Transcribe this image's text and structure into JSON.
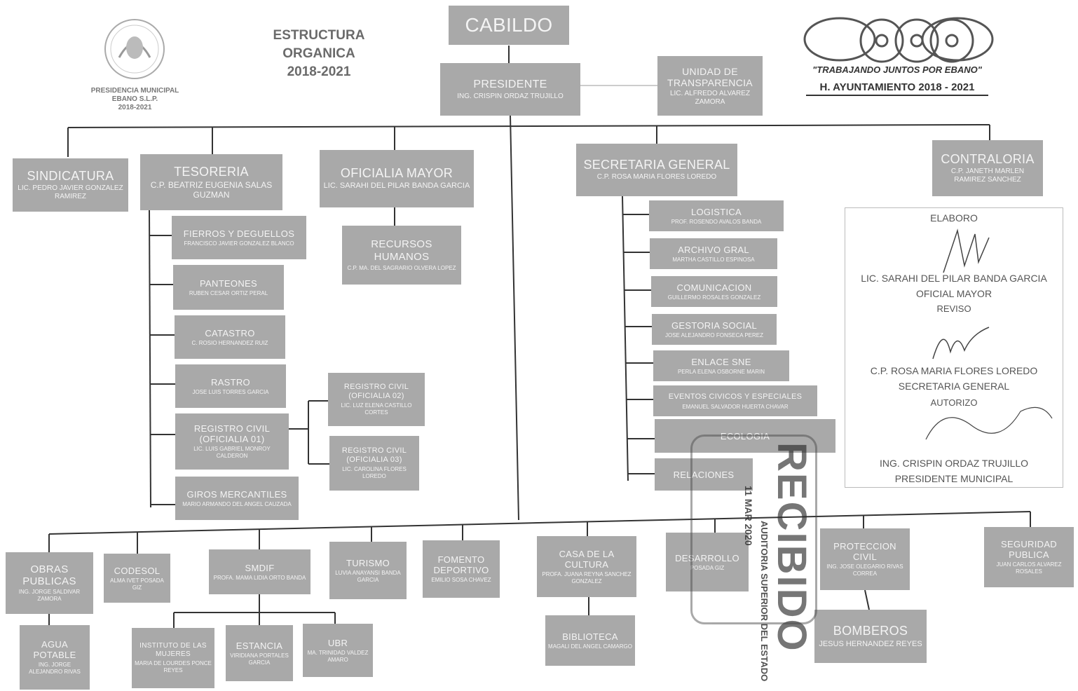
{
  "header": {
    "title_lines": [
      "ESTRUCTURA",
      "ORGANICA",
      "2018-2021"
    ],
    "seal_caption": [
      "PRESIDENCIA MUNICIPAL",
      "EBANO S.L.P.",
      "2018-2021"
    ],
    "slogan": "\"TRABAJANDO JUNTOS POR EBANO\"",
    "ayuntamiento": "H. AYUNTAMIENTO 2018 - 2021"
  },
  "nodes": {
    "cabildo": {
      "title": "CABILDO",
      "sub": ""
    },
    "presidente": {
      "title": "PRESIDENTE",
      "sub": "ING. CRISPIN ORDAZ TRUJILLO"
    },
    "transparencia": {
      "title": "UNIDAD DE TRANSPARENCIA",
      "sub": "LIC. ALFREDO ALVAREZ ZAMORA"
    },
    "sindicatura": {
      "title": "SINDICATURA",
      "sub": "LIC. PEDRO JAVIER GONZALEZ RAMIREZ"
    },
    "tesoreria": {
      "title": "TESORERIA",
      "sub": "C.P. BEATRIZ EUGENIA SALAS GUZMAN"
    },
    "oficialia": {
      "title": "OFICIALIA MAYOR",
      "sub": "LIC. SARAHI DEL PILAR BANDA GARCIA"
    },
    "secretaria": {
      "title": "SECRETARIA GENERAL",
      "sub": "C.P. ROSA MARIA FLORES LOREDO"
    },
    "contraloria": {
      "title": "CONTRALORIA",
      "sub": "C.P. JANETH MARLEN RAMIREZ SANCHEZ"
    },
    "fierros": {
      "title": "FIERROS Y DEGUELLOS",
      "sub": "FRANCISCO JAVIER GONZALEZ BLANCO"
    },
    "panteones": {
      "title": "PANTEONES",
      "sub": "RUBEN CESAR ORTIZ PERAL"
    },
    "catastro": {
      "title": "CATASTRO",
      "sub": "C. ROSIO HERNANDEZ RUIZ"
    },
    "rastro": {
      "title": "RASTRO",
      "sub": "JOSE LUIS TORRES GARCIA"
    },
    "registro": {
      "title": "REGISTRO CIVIL (OFICIALIA 01)",
      "sub": "LIC. LUIS GABRIEL MONROY CALDERON"
    },
    "giros": {
      "title": "GIROS MERCANTILES",
      "sub": "MARIO ARMANDO DEL ANGEL CAUZADA"
    },
    "registro02": {
      "title": "REGISTRO CIVIL (OFICIALIA 02)",
      "sub": "LIC. LUZ ELENA CASTILLO CORTES"
    },
    "registro03": {
      "title": "REGISTRO CIVIL (OFICIALIA 03)",
      "sub": "LIC. CAROLINA FLORES LOREDO"
    },
    "rh": {
      "title": "RECURSOS HUMANOS",
      "sub": "C.P. MA. DEL SAGRARIO OLVERA LOPEZ"
    },
    "logistica": {
      "title": "LOGISTICA",
      "sub": "PROF. ROSENDO AVALOS BANDA"
    },
    "archivo": {
      "title": "ARCHIVO GRAL",
      "sub": "MARTHA CASTILLO ESPINOSA"
    },
    "comunicacion": {
      "title": "COMUNICACION",
      "sub": "GUILLERMO ROSALES GONZALEZ"
    },
    "gestoria": {
      "title": "GESTORIA SOCIAL",
      "sub": "JOSE ALEJANDRO FONSECA PEREZ"
    },
    "enlace": {
      "title": "ENLACE SNE",
      "sub": "PERLA ELENA OSBORNE MARIN"
    },
    "eventos": {
      "title": "EVENTOS CIVICOS Y ESPECIALES",
      "sub": "EMANUEL SALVADOR HUERTA CHAVAR"
    },
    "ecologia": {
      "title": "ECOLOGIA",
      "sub": ""
    },
    "relaciones": {
      "title": "RELACIONES",
      "sub": ""
    },
    "obras": {
      "title": "OBRAS PUBLICAS",
      "sub": "ING. JORGE SALDIVAR ZAMORA"
    },
    "codesol": {
      "title": "CODESOL",
      "sub": "ALMA IVET POSADA GIZ"
    },
    "smdif": {
      "title": "SMDIF",
      "sub": "PROFA. MAMA LIDIA ORTO BANDA"
    },
    "turismo": {
      "title": "TURISMO",
      "sub": "LUVIA ANAYANSI BANDA GARCIA"
    },
    "fomento": {
      "title": "FOMENTO DEPORTIVO",
      "sub": "EMILIO SOSA CHAVEZ"
    },
    "casa": {
      "title": "CASA DE LA CULTURA",
      "sub": "PROFA. JUANA REYNA SANCHEZ GONZALEZ"
    },
    "desarrollo": {
      "title": "DESARROLLO",
      "sub": "POSADA GIZ"
    },
    "proteccion": {
      "title": "PROTECCION CIVIL",
      "sub": "ING. JOSE OLEGARIO RIVAS CORREA"
    },
    "seguridad": {
      "title": "SEGURIDAD PUBLICA",
      "sub": "JUAN CARLOS ALVAREZ ROSALES"
    },
    "agua": {
      "title": "AGUA POTABLE",
      "sub": "ING. JORGE ALEJANDRO RIVAS"
    },
    "instituto": {
      "title": "INSTITUTO DE LAS MUJERES",
      "sub": "MARIA DE LOURDES PONCE REYES"
    },
    "estancia": {
      "title": "ESTANCIA",
      "sub": "VIRIDIANA PORTALES GARCIA"
    },
    "ubr": {
      "title": "UBR",
      "sub": "MA. TRINIDAD VALDEZ AMARO"
    },
    "biblioteca": {
      "title": "BIBLIOTECA",
      "sub": "MAGALI DEL ANGEL CAMARGO"
    },
    "bomberos": {
      "title": "BOMBEROS",
      "sub": "JESUS HERNANDEZ REYES"
    }
  },
  "signatures": {
    "elaboro_label": "ELABORO",
    "elaboro_name": "LIC. SARAHI DEL PILAR BANDA GARCIA",
    "elaboro_role": "OFICIAL MAYOR",
    "reviso_label": "REVISO",
    "reviso_name": "C.P. ROSA MARIA FLORES LOREDO",
    "reviso_role": "SECRETARIA GENERAL",
    "autorizo_label": "AUTORIZO",
    "autorizo_name": "ING. CRISPIN ORDAZ TRUJILLO",
    "autorizo_role": "PRESIDENTE MUNICIPAL"
  },
  "stamp": {
    "word": "RECIBIDO",
    "org": "AUDITORIA SUPERIOR DEL ESTADO",
    "date": "11 MAR 2020"
  },
  "colors": {
    "box": "#a9a9a9",
    "line": "#333333",
    "ink": "#555555"
  }
}
